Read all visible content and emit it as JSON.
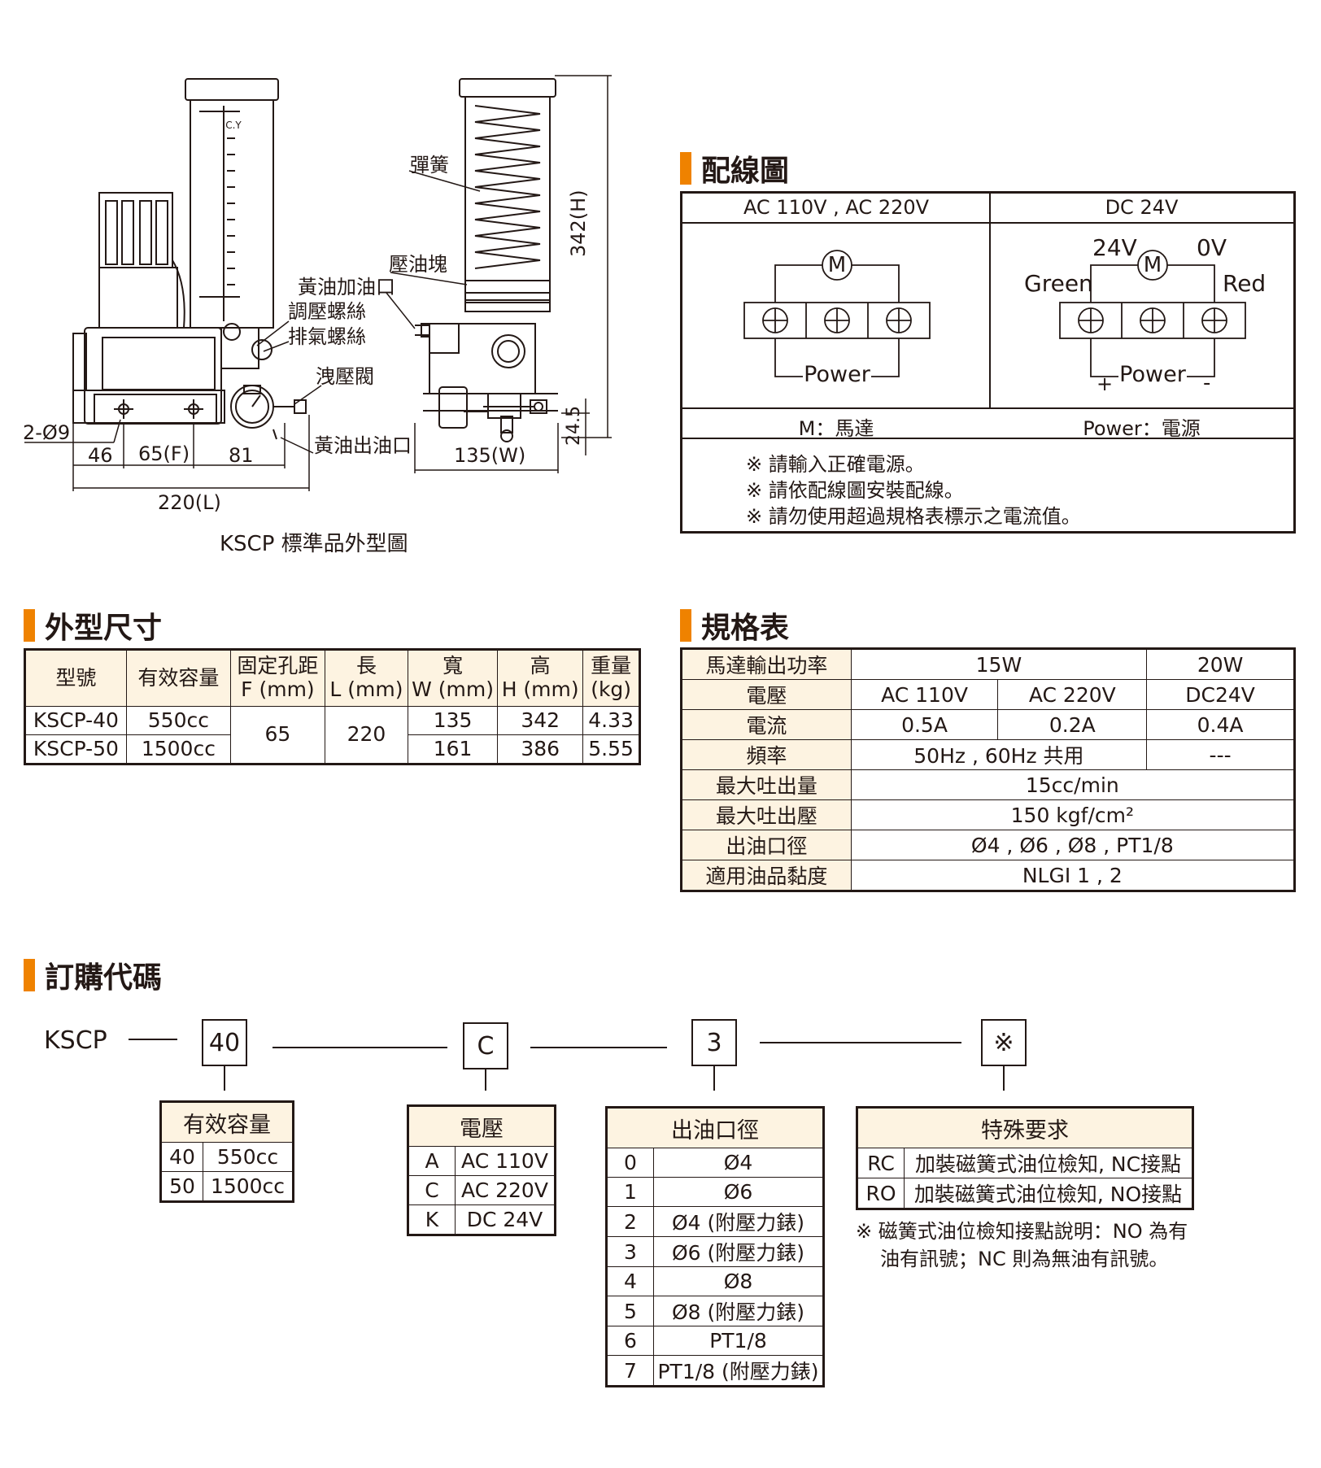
{
  "drawing": {
    "caption": "KSCP 標準品外型圖",
    "labels": {
      "spring": "彈簧",
      "pressure_block": "壓油塊",
      "grease_inlet": "黃油加油口",
      "adjust_screw": "調壓螺絲",
      "vent_screw": "排氣螺絲",
      "relief_valve": "洩壓閥",
      "grease_outlet": "黃油出油口"
    },
    "dims": {
      "holes": "2-Ø9",
      "d46": "46",
      "d65": "65(F)",
      "d81": "81",
      "d220": "220(L)",
      "d135": "135(W)",
      "d342": "342(H)",
      "d245": "24.5"
    },
    "brand": "C.Y"
  },
  "wiring": {
    "title": "配線圖",
    "col1": "AC 110V , AC 220V",
    "col2": "DC 24V",
    "motor": "M",
    "power": "Power",
    "v24": "24V",
    "v0": "0V",
    "green": "Green",
    "red": "Red",
    "plus": "+",
    "minus": "-",
    "legend_m": "M：馬達",
    "legend_p": "Power：電源",
    "notes": [
      "※ 請輸入正確電源。",
      "※ 請依配線圖安裝配線。",
      "※ 請勿使用超過規格表標示之電流值。"
    ]
  },
  "dimensions": {
    "title": "外型尺寸",
    "headers": {
      "model": "型號",
      "capacity": "有效容量",
      "f1": "固定孔距",
      "f2": "F (mm)",
      "l1": "長",
      "l2": "L (mm)",
      "w1": "寬",
      "w2": "W (mm)",
      "h1": "高",
      "h2": "H (mm)",
      "kg1": "重量",
      "kg2": "(kg)"
    },
    "rows": [
      {
        "model": "KSCP-40",
        "capacity": "550cc",
        "w": "135",
        "h": "342",
        "kg": "4.33"
      },
      {
        "model": "KSCP-50",
        "capacity": "1500cc",
        "w": "161",
        "h": "386",
        "kg": "5.55"
      }
    ],
    "f": "65",
    "l": "220"
  },
  "spec": {
    "title": "規格表",
    "motor_label": "馬達輸出功率",
    "p15": "15W",
    "p20": "20W",
    "volt_label": "電壓",
    "v1": "AC 110V",
    "v2": "AC 220V",
    "v3": "DC24V",
    "cur_label": "電流",
    "c1": "0.5A",
    "c2": "0.2A",
    "c3": "0.4A",
    "freq_label": "頻率",
    "f1": "50Hz , 60Hz 共用",
    "f2": "---",
    "flow_label": "最大吐出量",
    "flow": "15cc/min",
    "pres_label": "最大吐出壓",
    "pres": "150 kgf/cm²",
    "port_label": "出油口徑",
    "port": "Ø4 , Ø6 , Ø8 , PT1/8",
    "visc_label": "適用油品黏度",
    "visc": "NLGI 1 , 2"
  },
  "order": {
    "title": "訂購代碼",
    "prefix": "KSCP",
    "codes": [
      "40",
      "C",
      "3",
      "※"
    ],
    "capacity": {
      "title": "有效容量",
      "rows": [
        [
          "40",
          "550cc"
        ],
        [
          "50",
          "1500cc"
        ]
      ]
    },
    "voltage": {
      "title": "電壓",
      "rows": [
        [
          "A",
          "AC 110V"
        ],
        [
          "C",
          "AC 220V"
        ],
        [
          "K",
          "DC 24V"
        ]
      ]
    },
    "outlet": {
      "title": "出油口徑",
      "rows": [
        [
          "0",
          "Ø4"
        ],
        [
          "1",
          "Ø6"
        ],
        [
          "2",
          "Ø4 (附壓力錶)"
        ],
        [
          "3",
          "Ø6 (附壓力錶)"
        ],
        [
          "4",
          "Ø8"
        ],
        [
          "5",
          "Ø8 (附壓力錶)"
        ],
        [
          "6",
          "PT1/8"
        ],
        [
          "7",
          "PT1/8 (附壓力錶)"
        ]
      ]
    },
    "special": {
      "title": "特殊要求",
      "rows": [
        [
          "RC",
          "加裝磁簧式油位檢知, NC接點"
        ],
        [
          "RO",
          "加裝磁簧式油位檢知, NO接點"
        ]
      ]
    },
    "note1": "※ 磁簧式油位檢知接點說明：NO 為有",
    "note2": "油有訊號；NC 則為無油有訊號。"
  },
  "colors": {
    "accent": "#ef8200",
    "header_bg": "#fdf3e1",
    "line": "#231815"
  }
}
